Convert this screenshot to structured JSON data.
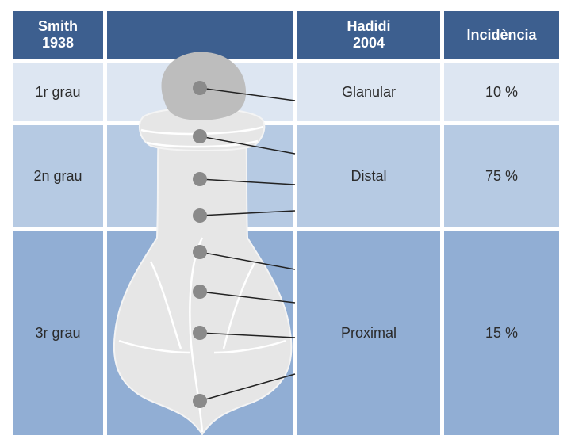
{
  "header": {
    "col1_line1": "Smith",
    "col1_line2": "1938",
    "col3_line1": "Hadidi",
    "col3_line2": "2004",
    "col4": "Incidència"
  },
  "rows": [
    {
      "smith": "1r grau",
      "hadidi": "Glanular",
      "incidence": "10 %"
    },
    {
      "smith": "2n grau",
      "hadidi": "Distal",
      "incidence": "75 %"
    },
    {
      "smith": "3r grau",
      "hadidi": "Proximal",
      "incidence": "15 %"
    }
  ],
  "colors": {
    "header": "#3d5f8f",
    "row1": "#dde6f2",
    "row2": "#b6cae3",
    "row3": "#91aed4",
    "figure_fill": "#e6e6e6",
    "glans_fill": "#bdbdbd",
    "marker": "#8a8a8a"
  }
}
